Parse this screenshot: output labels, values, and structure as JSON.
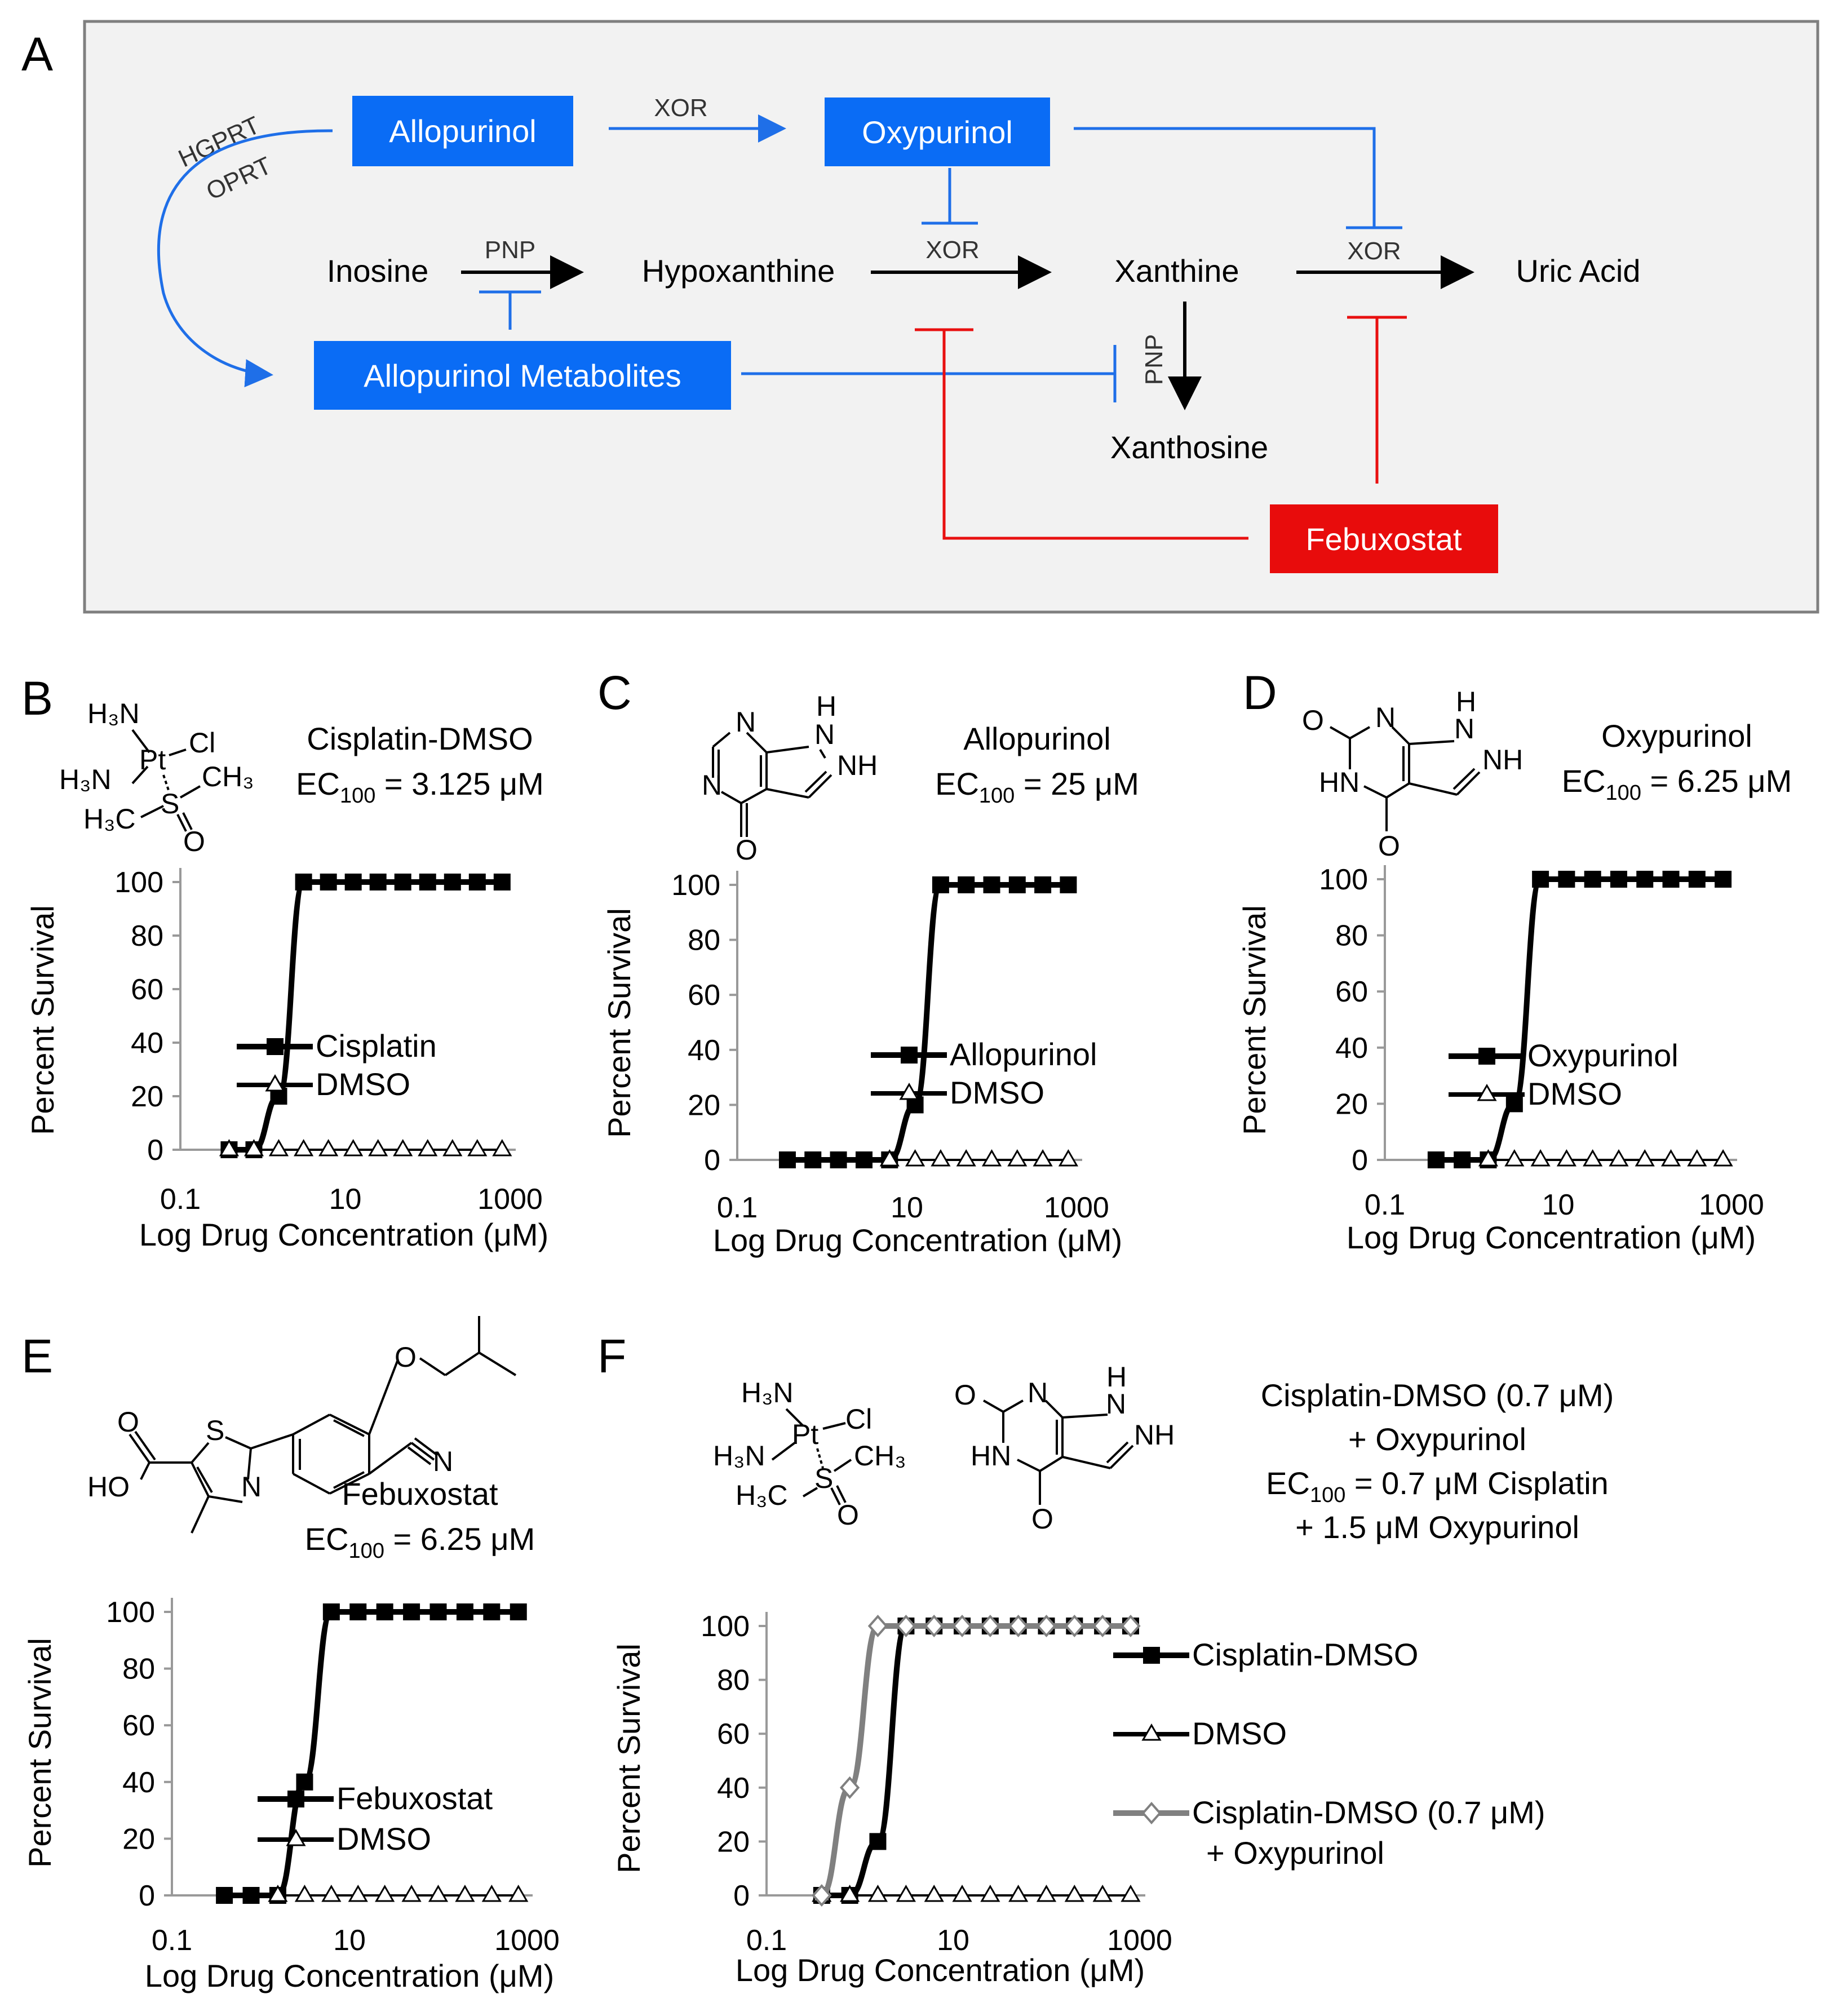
{
  "panels": {
    "A": "A",
    "B": "B",
    "C": "C",
    "D": "D",
    "E": "E",
    "F": "F"
  },
  "pathway": {
    "boxes": {
      "allopurinol": "Allopurinol",
      "oxypurinol": "Oxypurinol",
      "metabolites": "Allopurinol Metabolites",
      "febuxostat": "Febuxostat"
    },
    "nodes": {
      "inosine": "Inosine",
      "hypoxanthine": "Hypoxanthine",
      "xanthine": "Xanthine",
      "uric_acid": "Uric Acid",
      "xanthosine": "Xanthosine"
    },
    "enzymes": {
      "hgprt": "HGPRT",
      "oprt": "OPRT",
      "xor1": "XOR",
      "pnp1": "PNP",
      "xor2": "XOR",
      "xor3": "XOR",
      "pnp2": "PNP"
    },
    "colors": {
      "blue": "#1f6fe8",
      "red": "#e81010",
      "box_blue": "#0a6cf5",
      "box_red": "#e80c0c"
    }
  },
  "chem": {
    "b": {
      "h3n1": "H₃N",
      "h3n2": "H₃N",
      "pt": "Pt",
      "cl": "Cl",
      "ch3": "CH₃",
      "s": "S",
      "h3c": "H₃C",
      "o": "O"
    },
    "c": {
      "n1": "N",
      "n2": "N",
      "h": "H",
      "n3": "N",
      "nh": "NH",
      "o": "O"
    },
    "d": {
      "o1": "O",
      "n1": "N",
      "h": "H",
      "n2": "N",
      "hn": "HN",
      "nh": "NH",
      "o2": "O"
    },
    "e": {
      "o1": "O",
      "ho": "HO",
      "s": "S",
      "n1": "N",
      "o2": "O",
      "n2": "N"
    },
    "f": {
      "h3n1": "H₃N",
      "h3n2": "H₃N",
      "pt": "Pt",
      "cl": "Cl",
      "ch3": "CH₃",
      "s": "S",
      "h3c": "H₃C",
      "o": "O",
      "o1": "O",
      "n1": "N",
      "h": "H",
      "n2": "N",
      "hn": "HN",
      "nh": "NH",
      "o2": "O"
    }
  },
  "chart_data": [
    {
      "panel": "B",
      "type": "scatter",
      "title_lines": [
        "Cisplatin-DMSO",
        "EC100 = 3.125 μM"
      ],
      "xlabel": "Log Drug Concentration (μM)",
      "ylabel": "Percent Survival",
      "xscale": "log",
      "xlim": [
        0.1,
        1000
      ],
      "ylim": [
        0,
        100
      ],
      "xticks": [
        "0.1",
        "10",
        "1000"
      ],
      "yticks": [
        "0",
        "20",
        "40",
        "60",
        "80",
        "100"
      ],
      "legend": "center-right",
      "series": [
        {
          "name": "Cisplatin",
          "marker": "square",
          "x": [
            0.39,
            0.78,
            1.56,
            3.125,
            6.25,
            12.5,
            25,
            50,
            100,
            200,
            400,
            800
          ],
          "y": [
            0,
            0,
            20,
            100,
            100,
            100,
            100,
            100,
            100,
            100,
            100,
            100
          ]
        },
        {
          "name": "DMSO",
          "marker": "triangle",
          "x": [
            0.39,
            0.78,
            1.56,
            3.125,
            6.25,
            12.5,
            25,
            50,
            100,
            200,
            400,
            800
          ],
          "y": [
            0,
            0,
            0,
            0,
            0,
            0,
            0,
            0,
            0,
            0,
            0,
            0
          ]
        }
      ]
    },
    {
      "panel": "C",
      "type": "scatter",
      "title_lines": [
        "Allopurinol",
        "EC100 = 25 μM"
      ],
      "xlabel": "Log Drug Concentration (μM)",
      "ylabel": "Percent Survival",
      "xscale": "log",
      "xlim": [
        0.1,
        1000
      ],
      "ylim": [
        0,
        100
      ],
      "xticks": [
        "0.1",
        "10",
        "1000"
      ],
      "yticks": [
        "0",
        "20",
        "40",
        "60",
        "80",
        "100"
      ],
      "legend": "center-right",
      "series": [
        {
          "name": "Allopurinol",
          "marker": "square",
          "x": [
            0.39,
            0.78,
            1.56,
            3.125,
            6.25,
            12.5,
            25,
            50,
            100,
            200,
            400,
            800
          ],
          "y": [
            0,
            0,
            0,
            0,
            0,
            20,
            100,
            100,
            100,
            100,
            100,
            100
          ]
        },
        {
          "name": "DMSO",
          "marker": "triangle",
          "x": [
            6.25,
            12.5,
            25,
            50,
            100,
            200,
            400,
            800
          ],
          "y": [
            0,
            0,
            0,
            0,
            0,
            0,
            0,
            0
          ]
        }
      ]
    },
    {
      "panel": "D",
      "type": "scatter",
      "title_lines": [
        "Oxypurinol",
        "EC100 = 6.25 μM"
      ],
      "xlabel": "Log Drug Concentration (μM)",
      "ylabel": "Percent Survival",
      "xscale": "log",
      "xlim": [
        0.1,
        1000
      ],
      "ylim": [
        0,
        100
      ],
      "xticks": [
        "0.1",
        "10",
        "1000"
      ],
      "yticks": [
        "0",
        "20",
        "40",
        "60",
        "80",
        "100"
      ],
      "legend": "center-right",
      "series": [
        {
          "name": "Oxypurinol",
          "marker": "square",
          "x": [
            0.39,
            0.78,
            1.56,
            3.125,
            6.25,
            12.5,
            25,
            50,
            100,
            200,
            400,
            800
          ],
          "y": [
            0,
            0,
            0,
            20,
            100,
            100,
            100,
            100,
            100,
            100,
            100,
            100
          ]
        },
        {
          "name": "DMSO",
          "marker": "triangle",
          "x": [
            1.56,
            3.125,
            6.25,
            12.5,
            25,
            50,
            100,
            200,
            400,
            800
          ],
          "y": [
            0,
            0,
            0,
            0,
            0,
            0,
            0,
            0,
            0,
            0
          ]
        }
      ]
    },
    {
      "panel": "E",
      "type": "scatter",
      "title_lines": [
        "Febuxostat",
        "EC100 = 6.25 μM"
      ],
      "xlabel": "Log Drug Concentration (μM)",
      "ylabel": "Percent Survival",
      "xscale": "log",
      "xlim": [
        0.1,
        1000
      ],
      "ylim": [
        0,
        100
      ],
      "xticks": [
        "0.1",
        "10",
        "1000"
      ],
      "yticks": [
        "0",
        "20",
        "40",
        "60",
        "80",
        "100"
      ],
      "legend": "center-right",
      "series": [
        {
          "name": "Febuxostat",
          "marker": "square",
          "x": [
            0.39,
            0.78,
            1.56,
            3.125,
            6.25,
            12.5,
            25,
            50,
            100,
            200,
            400,
            800
          ],
          "y": [
            0,
            0,
            0,
            40,
            100,
            100,
            100,
            100,
            100,
            100,
            100,
            100
          ]
        },
        {
          "name": "DMSO",
          "marker": "triangle",
          "x": [
            1.56,
            3.125,
            6.25,
            12.5,
            25,
            50,
            100,
            200,
            400,
            800
          ],
          "y": [
            0,
            0,
            0,
            0,
            0,
            0,
            0,
            0,
            0,
            0
          ]
        }
      ]
    },
    {
      "panel": "F",
      "type": "scatter",
      "title_lines": [
        "Cisplatin-DMSO (0.7 μM)",
        "+ Oxypurinol",
        "EC100 = 0.7 μM  Cisplatin",
        "+ 1.5 μM Oxypurinol"
      ],
      "xlabel": "Log Drug Concentration (μM)",
      "ylabel": "Percent Survival",
      "xscale": "log",
      "xlim": [
        0.1,
        1000
      ],
      "ylim": [
        0,
        100
      ],
      "xticks": [
        "0.1",
        "10",
        "1000"
      ],
      "yticks": [
        "0",
        "20",
        "40",
        "60",
        "80",
        "100"
      ],
      "legend": "right-outside",
      "series": [
        {
          "name": "Cisplatin-DMSO",
          "marker": "square",
          "x": [
            0.39,
            0.78,
            1.56,
            3.125,
            6.25,
            12.5,
            25,
            50,
            100,
            200,
            400,
            800
          ],
          "y": [
            0,
            0,
            20,
            100,
            100,
            100,
            100,
            100,
            100,
            100,
            100,
            100
          ]
        },
        {
          "name": "DMSO",
          "marker": "triangle",
          "x": [
            0.39,
            0.78,
            1.56,
            3.125,
            6.25,
            12.5,
            25,
            50,
            100,
            200,
            400,
            800
          ],
          "y": [
            0,
            0,
            0,
            0,
            0,
            0,
            0,
            0,
            0,
            0,
            0,
            0
          ]
        },
        {
          "name": "Cisplatin-DMSO (0.7 μM)\n+ Oxypurinol",
          "marker": "diamond",
          "x": [
            0.39,
            0.78,
            1.56,
            3.125,
            6.25,
            12.5,
            25,
            50,
            100,
            200,
            400,
            800
          ],
          "y": [
            0,
            40,
            100,
            100,
            100,
            100,
            100,
            100,
            100,
            100,
            100,
            100
          ]
        }
      ]
    }
  ]
}
